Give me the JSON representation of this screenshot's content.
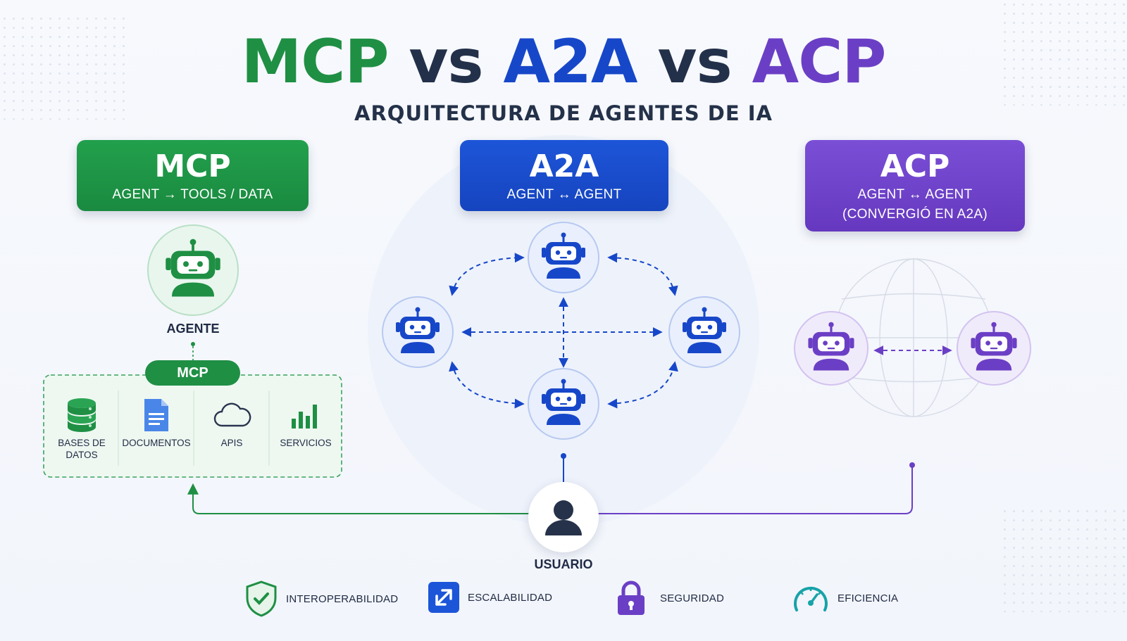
{
  "title": {
    "part1": "MCP",
    "sep1": " vs ",
    "part2": "A2A",
    "sep2": " vs ",
    "part3": "ACP"
  },
  "subtitle": "ARQUITECTURA DE AGENTES DE IA",
  "colors": {
    "green": "#1f8f44",
    "blue": "#1747c9",
    "purple": "#6b3fc5",
    "dark": "#1f2a44"
  },
  "mcp": {
    "header": "MCP",
    "subheader": "AGENT → TOOLS / DATA",
    "agent_label": "AGENTE",
    "pill": "MCP",
    "tools": [
      {
        "icon": "database-icon",
        "label": "BASES DE DATOS"
      },
      {
        "icon": "document-icon",
        "label": "DOCUMENTOS"
      },
      {
        "icon": "cloud-icon",
        "label": "APIS"
      },
      {
        "icon": "bar-chart-icon",
        "label": "SERVICIOS"
      }
    ]
  },
  "a2a": {
    "header": "A2A",
    "subheader": "AGENT ↔ AGENT"
  },
  "acp": {
    "header": "ACP",
    "subheader": "AGENT ↔ AGENT",
    "note": "(CONVERGIÓ EN A2A)"
  },
  "user_label": "USUARIO",
  "features": [
    {
      "icon": "shield-check-icon",
      "label": "INTEROPERABILIDAD"
    },
    {
      "icon": "expand-arrows-icon",
      "label": "ESCALABILIDAD"
    },
    {
      "icon": "lock-icon",
      "label": "SEGURIDAD"
    },
    {
      "icon": "speedometer-icon",
      "label": "EFICIENCIA"
    }
  ]
}
